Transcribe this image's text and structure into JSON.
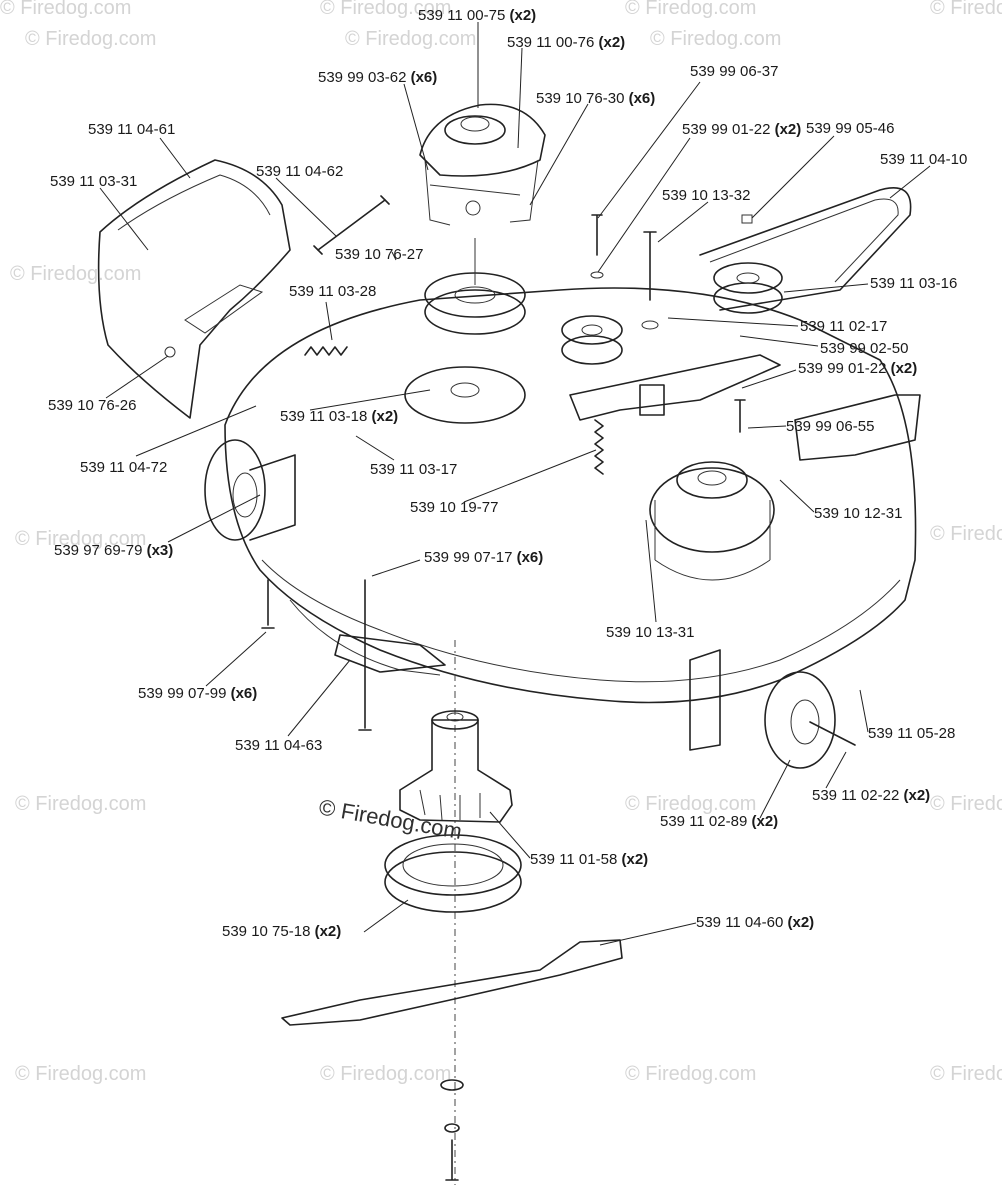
{
  "watermarks": {
    "small": "© Firedog.com",
    "main": "© Firedog.com"
  },
  "callouts": [
    {
      "part": "539 11 00-75",
      "qty": "(x2)"
    },
    {
      "part": "539 11 00-76",
      "qty": "(x2)"
    },
    {
      "part": "539 99 03-62",
      "qty": "(x6)"
    },
    {
      "part": "539 99 06-37",
      "qty": ""
    },
    {
      "part": "539 10 76-30",
      "qty": "(x6)"
    },
    {
      "part": "539 99 01-22",
      "qty": "(x2)"
    },
    {
      "part": "539 99 05-46",
      "qty": ""
    },
    {
      "part": "539 11 04-61",
      "qty": ""
    },
    {
      "part": "539 11 04-10",
      "qty": ""
    },
    {
      "part": "539 11 03-31",
      "qty": ""
    },
    {
      "part": "539 11 04-62",
      "qty": ""
    },
    {
      "part": "539 10 13-32",
      "qty": ""
    },
    {
      "part": "539 10 76-27",
      "qty": ""
    },
    {
      "part": "539 11 03-28",
      "qty": ""
    },
    {
      "part": "539 11 03-16",
      "qty": ""
    },
    {
      "part": "539 11 02-17",
      "qty": ""
    },
    {
      "part": "539 99 02-50",
      "qty": ""
    },
    {
      "part": "539 99 01-22",
      "qty": "(x2)"
    },
    {
      "part": "539 10 76-26",
      "qty": ""
    },
    {
      "part": "539 11 03-18",
      "qty": "(x2)"
    },
    {
      "part": "539 99 06-55",
      "qty": ""
    },
    {
      "part": "539 11 04-72",
      "qty": ""
    },
    {
      "part": "539 11 03-17",
      "qty": ""
    },
    {
      "part": "539 10 19-77",
      "qty": ""
    },
    {
      "part": "539 10 12-31",
      "qty": ""
    },
    {
      "part": "539 97 69-79",
      "qty": "(x3)"
    },
    {
      "part": "539 99 07-17",
      "qty": "(x6)"
    },
    {
      "part": "539 10 13-31",
      "qty": ""
    },
    {
      "part": "539 99 07-99",
      "qty": "(x6)"
    },
    {
      "part": "539 11 05-28",
      "qty": ""
    },
    {
      "part": "539 11 04-63",
      "qty": ""
    },
    {
      "part": "539 11 02-22",
      "qty": "(x2)"
    },
    {
      "part": "539 11 02-89",
      "qty": "(x2)"
    },
    {
      "part": "539 11 01-58",
      "qty": "(x2)"
    },
    {
      "part": "539 10 75-18",
      "qty": "(x2)"
    },
    {
      "part": "539 11 04-60",
      "qty": "(x2)"
    }
  ]
}
